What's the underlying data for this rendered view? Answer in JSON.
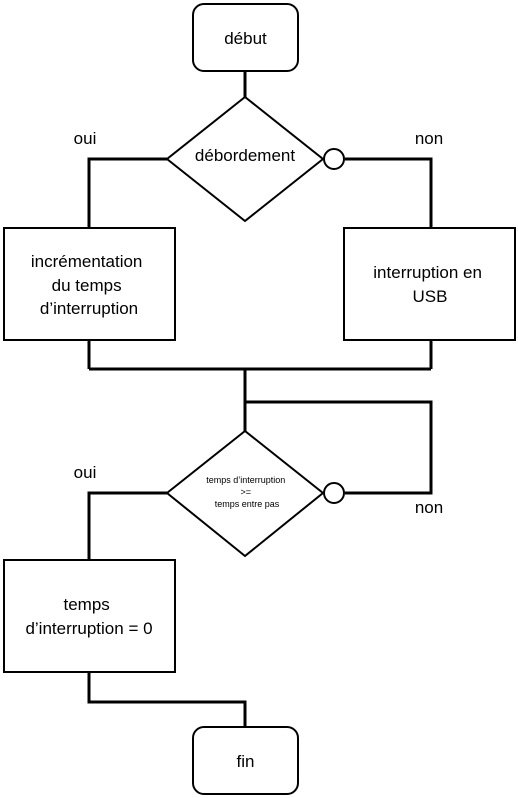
{
  "nodes": {
    "start": {
      "label": "début"
    },
    "decision_overflow": {
      "label": "débordement"
    },
    "increment": {
      "lines": [
        "incrémentation",
        "du temps",
        "d’interruption"
      ]
    },
    "usb_interrupt": {
      "lines": [
        "interruption en",
        "USB"
      ]
    },
    "decision_time": {
      "lines": [
        "temps d’interruption",
        ">=",
        "temps entre pas"
      ]
    },
    "reset": {
      "lines": [
        "temps",
        "d’interruption = 0"
      ]
    },
    "end": {
      "label": "fin"
    }
  },
  "edge_labels": {
    "overflow_yes": "oui",
    "overflow_no": "non",
    "time_yes": "oui",
    "time_no": "non"
  }
}
